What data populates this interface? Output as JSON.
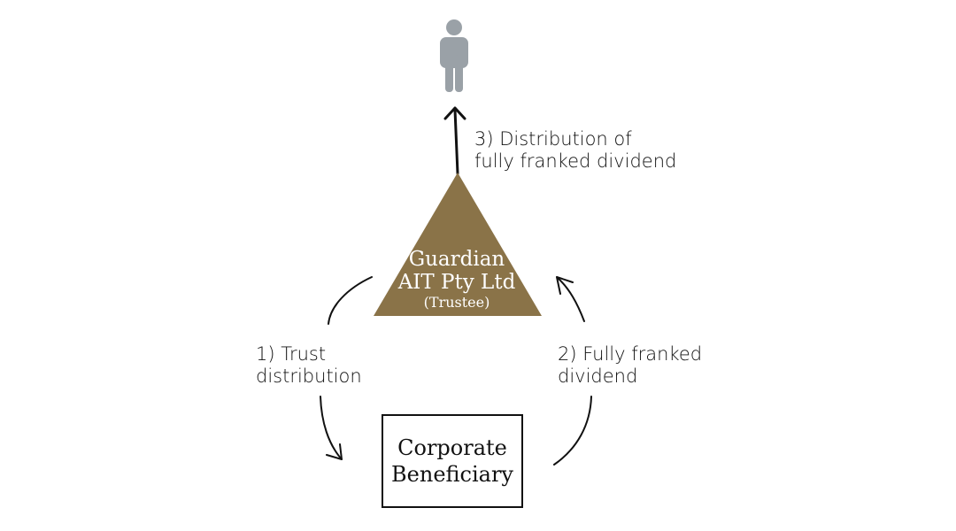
{
  "colors": {
    "trustee_fill": "#8a7348",
    "person_fill": "#9aa1a7",
    "arrow_stroke": "#111111",
    "trustee_text": "#ffffff"
  },
  "icons": {
    "person": "person-icon"
  },
  "trustee": {
    "line1": "Guardian",
    "line2": "AIT Pty Ltd",
    "sub": "(Trustee)"
  },
  "beneficiary": {
    "line1": "Corporate",
    "line2": "Beneficiary"
  },
  "flows": {
    "step1": {
      "line1": "1) Trust",
      "line2": "distribution"
    },
    "step2": {
      "line1": "2) Fully franked",
      "line2": "dividend"
    },
    "step3": {
      "line1": "3) Distribution of",
      "line2": "fully franked dividend"
    }
  }
}
